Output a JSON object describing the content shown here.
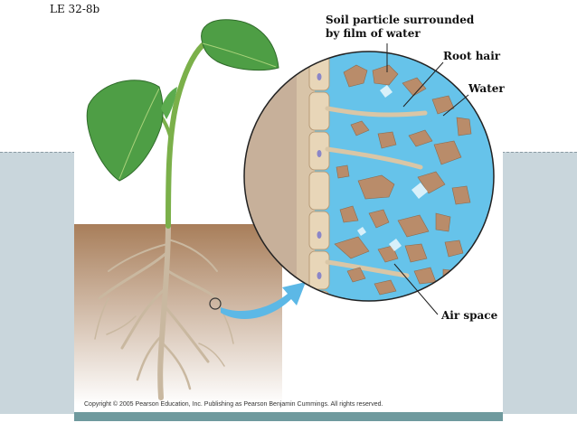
{
  "slide": {
    "label": "LE 32-8b",
    "copyright": "Copyright © 2005 Pearson Education, Inc. Publishing as Pearson Benjamin Cummings. All rights reserved."
  },
  "callouts": {
    "soil_particle": "Soil particle surrounded by film of water",
    "root_hair": "Root hair",
    "water": "Water",
    "air_space": "Air space"
  },
  "colors": {
    "water": "#66c3ea",
    "soil_particle": "#b98c6a",
    "soil": "#a87e5a",
    "leaf": "#4e9e45",
    "stem": "#7bb04a",
    "root": "#c9b8a0",
    "arrow": "#5cb8e6",
    "cell_wall": "#e8d6b8",
    "background_band": "#c9d6dc"
  },
  "icons": {
    "plant": "seedling-illustration",
    "magnifier": "magnifier-circle",
    "arrow": "curved-arrow-right"
  }
}
